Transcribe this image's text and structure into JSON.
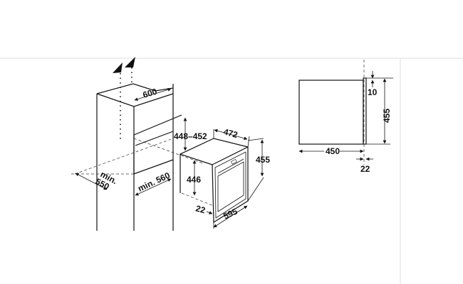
{
  "diagram": {
    "perspective_view": {
      "cabinet_width": "600",
      "niche_height": "448–452",
      "oven_depth": "472",
      "oven_height": "455",
      "oven_body_height": "446",
      "niche_depth_line1": "min.",
      "niche_depth_line2": "550",
      "niche_width": "min. 560",
      "front_panel_depth": "22",
      "oven_width": "595"
    },
    "side_view": {
      "top_offset": "10",
      "height": "455",
      "depth": "450",
      "front_panel": "22"
    },
    "colors": {
      "line": "#111111",
      "guide": "#dddddd"
    }
  }
}
